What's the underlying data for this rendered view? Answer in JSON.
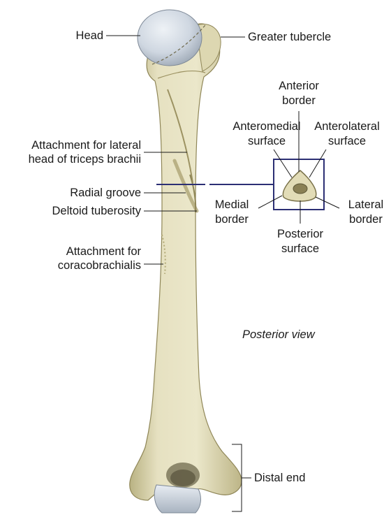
{
  "figure": {
    "view": "Posterior view",
    "colors": {
      "bone": "#e4dfbd",
      "bone_shadow": "#c5bd8d",
      "bone_dark": "#9c9262",
      "cartilage": "#c9d2dd",
      "leader": "#1a1a1a",
      "section_box": "#2c2f74"
    }
  },
  "labels": {
    "head": "Head",
    "greater_tubercle": "Greater tubercle",
    "attachment_lateral_head_1": "Attachment for lateral",
    "attachment_lateral_head_2": "head of triceps brachii",
    "radial_groove": "Radial groove",
    "deltoid_tuberosity": "Deltoid tuberosity",
    "attachment_coraco_1": "Attachment for",
    "attachment_coraco_2": "coracobrachialis",
    "distal_end": "Distal end"
  },
  "cross_section": {
    "anterior_border_1": "Anterior",
    "anterior_border_2": "border",
    "anteromedial_surface_1": "Anteromedial",
    "anteromedial_surface_2": "surface",
    "anterolateral_surface_1": "Anterolateral",
    "anterolateral_surface_2": "surface",
    "medial_border_1": "Medial",
    "medial_border_2": "border",
    "lateral_border_1": "Lateral",
    "lateral_border_2": "border",
    "posterior_surface_1": "Posterior",
    "posterior_surface_2": "surface"
  }
}
